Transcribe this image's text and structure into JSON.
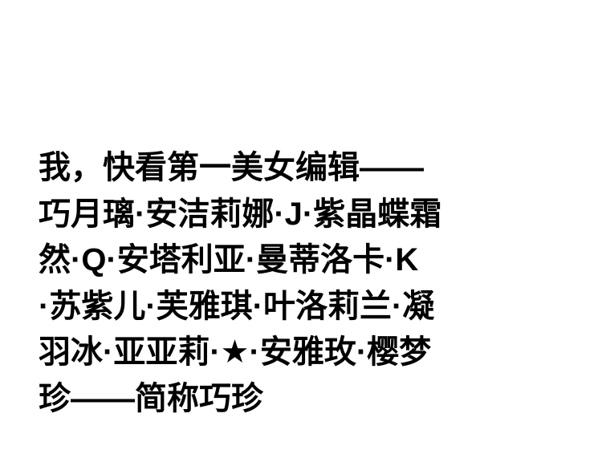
{
  "panel": {
    "background_color": "#ffffff",
    "text_color": "#000000",
    "kind": "narration-text-panel"
  },
  "text": {
    "full": "我，快看第一美女编辑——巧月璃·安洁莉娜·J·紫晶蝶霜然·Q·安塔利亚·曼蒂洛卡·K·苏紫儿·芙雅琪·叶洛莉兰·凝羽冰·亚亚莉·★·安雅玫·樱梦珍——简称巧珍",
    "lines": [
      "我，快看第一美女编辑——",
      "巧月璃·安洁莉娜·J·紫晶蝶霜",
      "然·Q·安塔利亚·曼蒂洛卡·K",
      "·苏紫儿·芙雅琪·叶洛莉兰·凝",
      "羽冰·亚亚莉·★·安雅玫·樱梦",
      "珍——简称巧珍"
    ],
    "line_count": 6
  },
  "glyphs": {
    "separator": "·",
    "star": "★",
    "em_dash": "——",
    "full_width_comma": "，"
  }
}
